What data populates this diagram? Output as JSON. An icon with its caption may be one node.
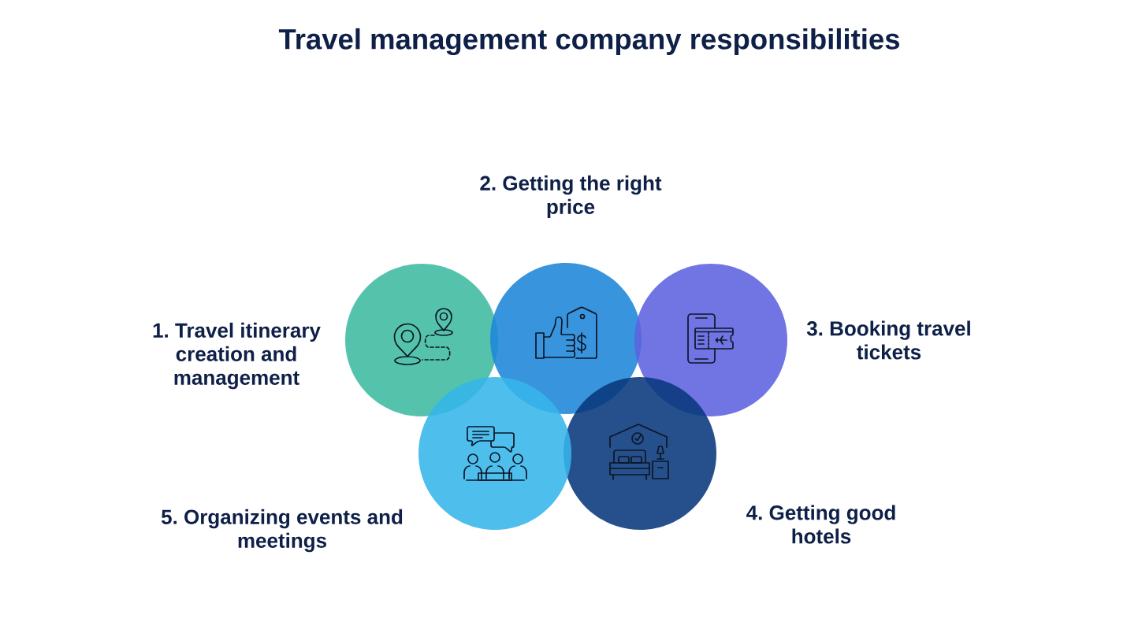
{
  "diagram": {
    "title": "Travel management company responsibilities",
    "nodes": [
      {
        "text": [],
        "shape": "circle",
        "beside": [
          "1. Travel itinerary creation and management"
        ]
      },
      {
        "text": [],
        "shape": "circle",
        "beside": [
          "2. Getting the right price"
        ]
      },
      {
        "text": [],
        "shape": "circle",
        "beside": [
          "3. Booking travel tickets"
        ]
      },
      {
        "text": [],
        "shape": "circle",
        "beside": [
          "4. Getting good hotels"
        ]
      },
      {
        "text": [],
        "shape": "circle",
        "beside": [
          "5. Organizing events and meetings"
        ]
      }
    ]
  }
}
